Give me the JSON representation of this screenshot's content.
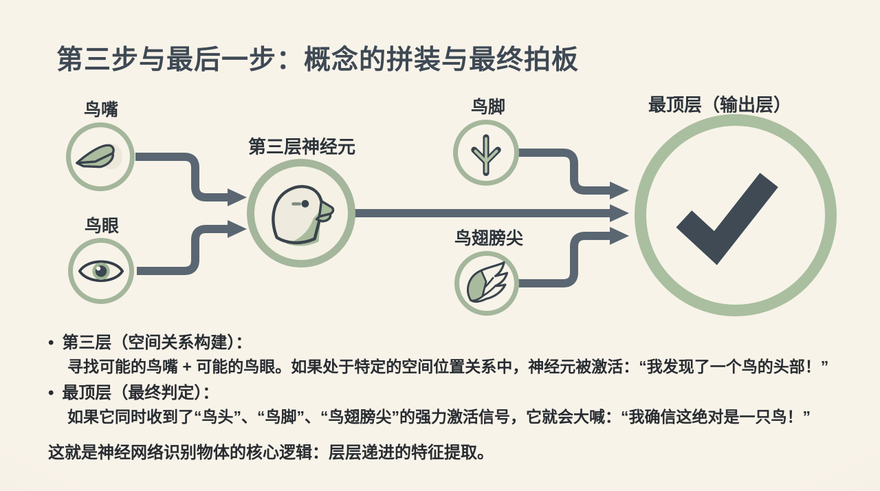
{
  "title": "第三步与最后一步：概念的拼装与最终拍板",
  "diagram": {
    "nodes": [
      {
        "id": "beak",
        "label": "鸟嘴",
        "icon": "bird-beak-icon"
      },
      {
        "id": "eye",
        "label": "鸟眼",
        "icon": "bird-eye-icon"
      },
      {
        "id": "neuron",
        "label": "第三层神经元",
        "icon": "bird-head-icon"
      },
      {
        "id": "foot",
        "label": "鸟脚",
        "icon": "bird-foot-icon"
      },
      {
        "id": "wing",
        "label": "鸟翅膀尖",
        "icon": "bird-wing-icon"
      },
      {
        "id": "output",
        "label": "最顶层（输出层）",
        "icon": "checkmark-icon"
      }
    ],
    "connections": [
      {
        "from": "beak",
        "to": "neuron"
      },
      {
        "from": "eye",
        "to": "neuron"
      },
      {
        "from": "neuron",
        "to": "output"
      },
      {
        "from": "foot",
        "to": "output"
      },
      {
        "from": "wing",
        "to": "output"
      }
    ]
  },
  "notes": [
    {
      "heading": "第三层（空间关系构建）：",
      "body": "寻找可能的鸟嘴 + 可能的鸟眼。如果处于特定的空间位置关系中，神经元被激活：“我发现了一个鸟的头部！”"
    },
    {
      "heading": "最顶层（最终判定）：",
      "body": "如果它同时收到了“鸟头”、“鸟脚”、“鸟翅膀尖”的强力激活信号，它就会大喊：“我确信这绝对是一只鸟！”"
    }
  ],
  "footer": "这就是神经网络识别物体的核心逻辑：层层递进的特征提取。",
  "colors": {
    "background": "#f7f2e8",
    "title_text": "#3e4954",
    "body_text": "#282c31",
    "circle_green": "#a4b69b",
    "output_circle_green": "#a9bf9f",
    "icon_fill_green": "#abbc9f",
    "arrow_gray": "#5a6772",
    "outline_dark": "#39434c",
    "check_dark": "#3f4a55"
  }
}
